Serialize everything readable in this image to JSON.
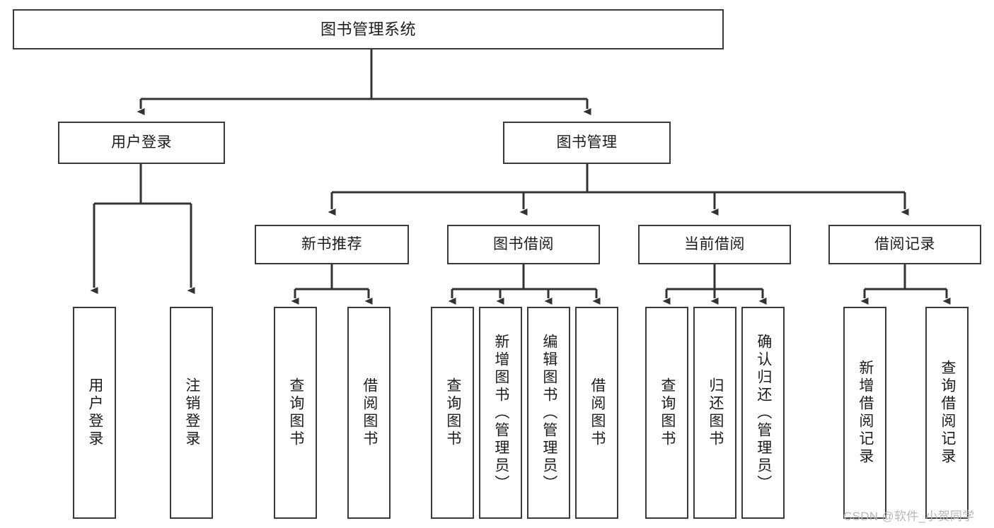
{
  "diagram": {
    "title": "图书管理系统",
    "type": "tree-hierarchy",
    "watermark": "CSDN @软件_小贺同学",
    "colors": {
      "stroke": "#3a3a3a",
      "text": "#1c1c1c",
      "background": "#ffffff",
      "watermark": "#b7b7b7"
    },
    "root": {
      "label": "图书管理系统"
    },
    "level2": [
      {
        "label": "用户登录"
      },
      {
        "label": "图书管理"
      }
    ],
    "level3": [
      {
        "label": "新书推荐"
      },
      {
        "label": "图书借阅"
      },
      {
        "label": "当前借阅"
      },
      {
        "label": "借阅记录"
      }
    ],
    "leaves": {
      "user_login": [
        {
          "label": "用户登录"
        },
        {
          "label": "注销登录"
        }
      ],
      "new_book_recommend": [
        {
          "label": "查询图书"
        },
        {
          "label": "借阅图书"
        }
      ],
      "book_borrow": [
        {
          "label": "查询图书"
        },
        {
          "label": "新增图书（管理员）"
        },
        {
          "label": "编辑图书（管理员）"
        },
        {
          "label": "借阅图书"
        }
      ],
      "current_borrow": [
        {
          "label": "查询图书"
        },
        {
          "label": "归还图书"
        },
        {
          "label": "确认归还（管理员）"
        }
      ],
      "borrow_records": [
        {
          "label": "新增借阅记录"
        },
        {
          "label": "查询借阅记录"
        }
      ]
    }
  }
}
